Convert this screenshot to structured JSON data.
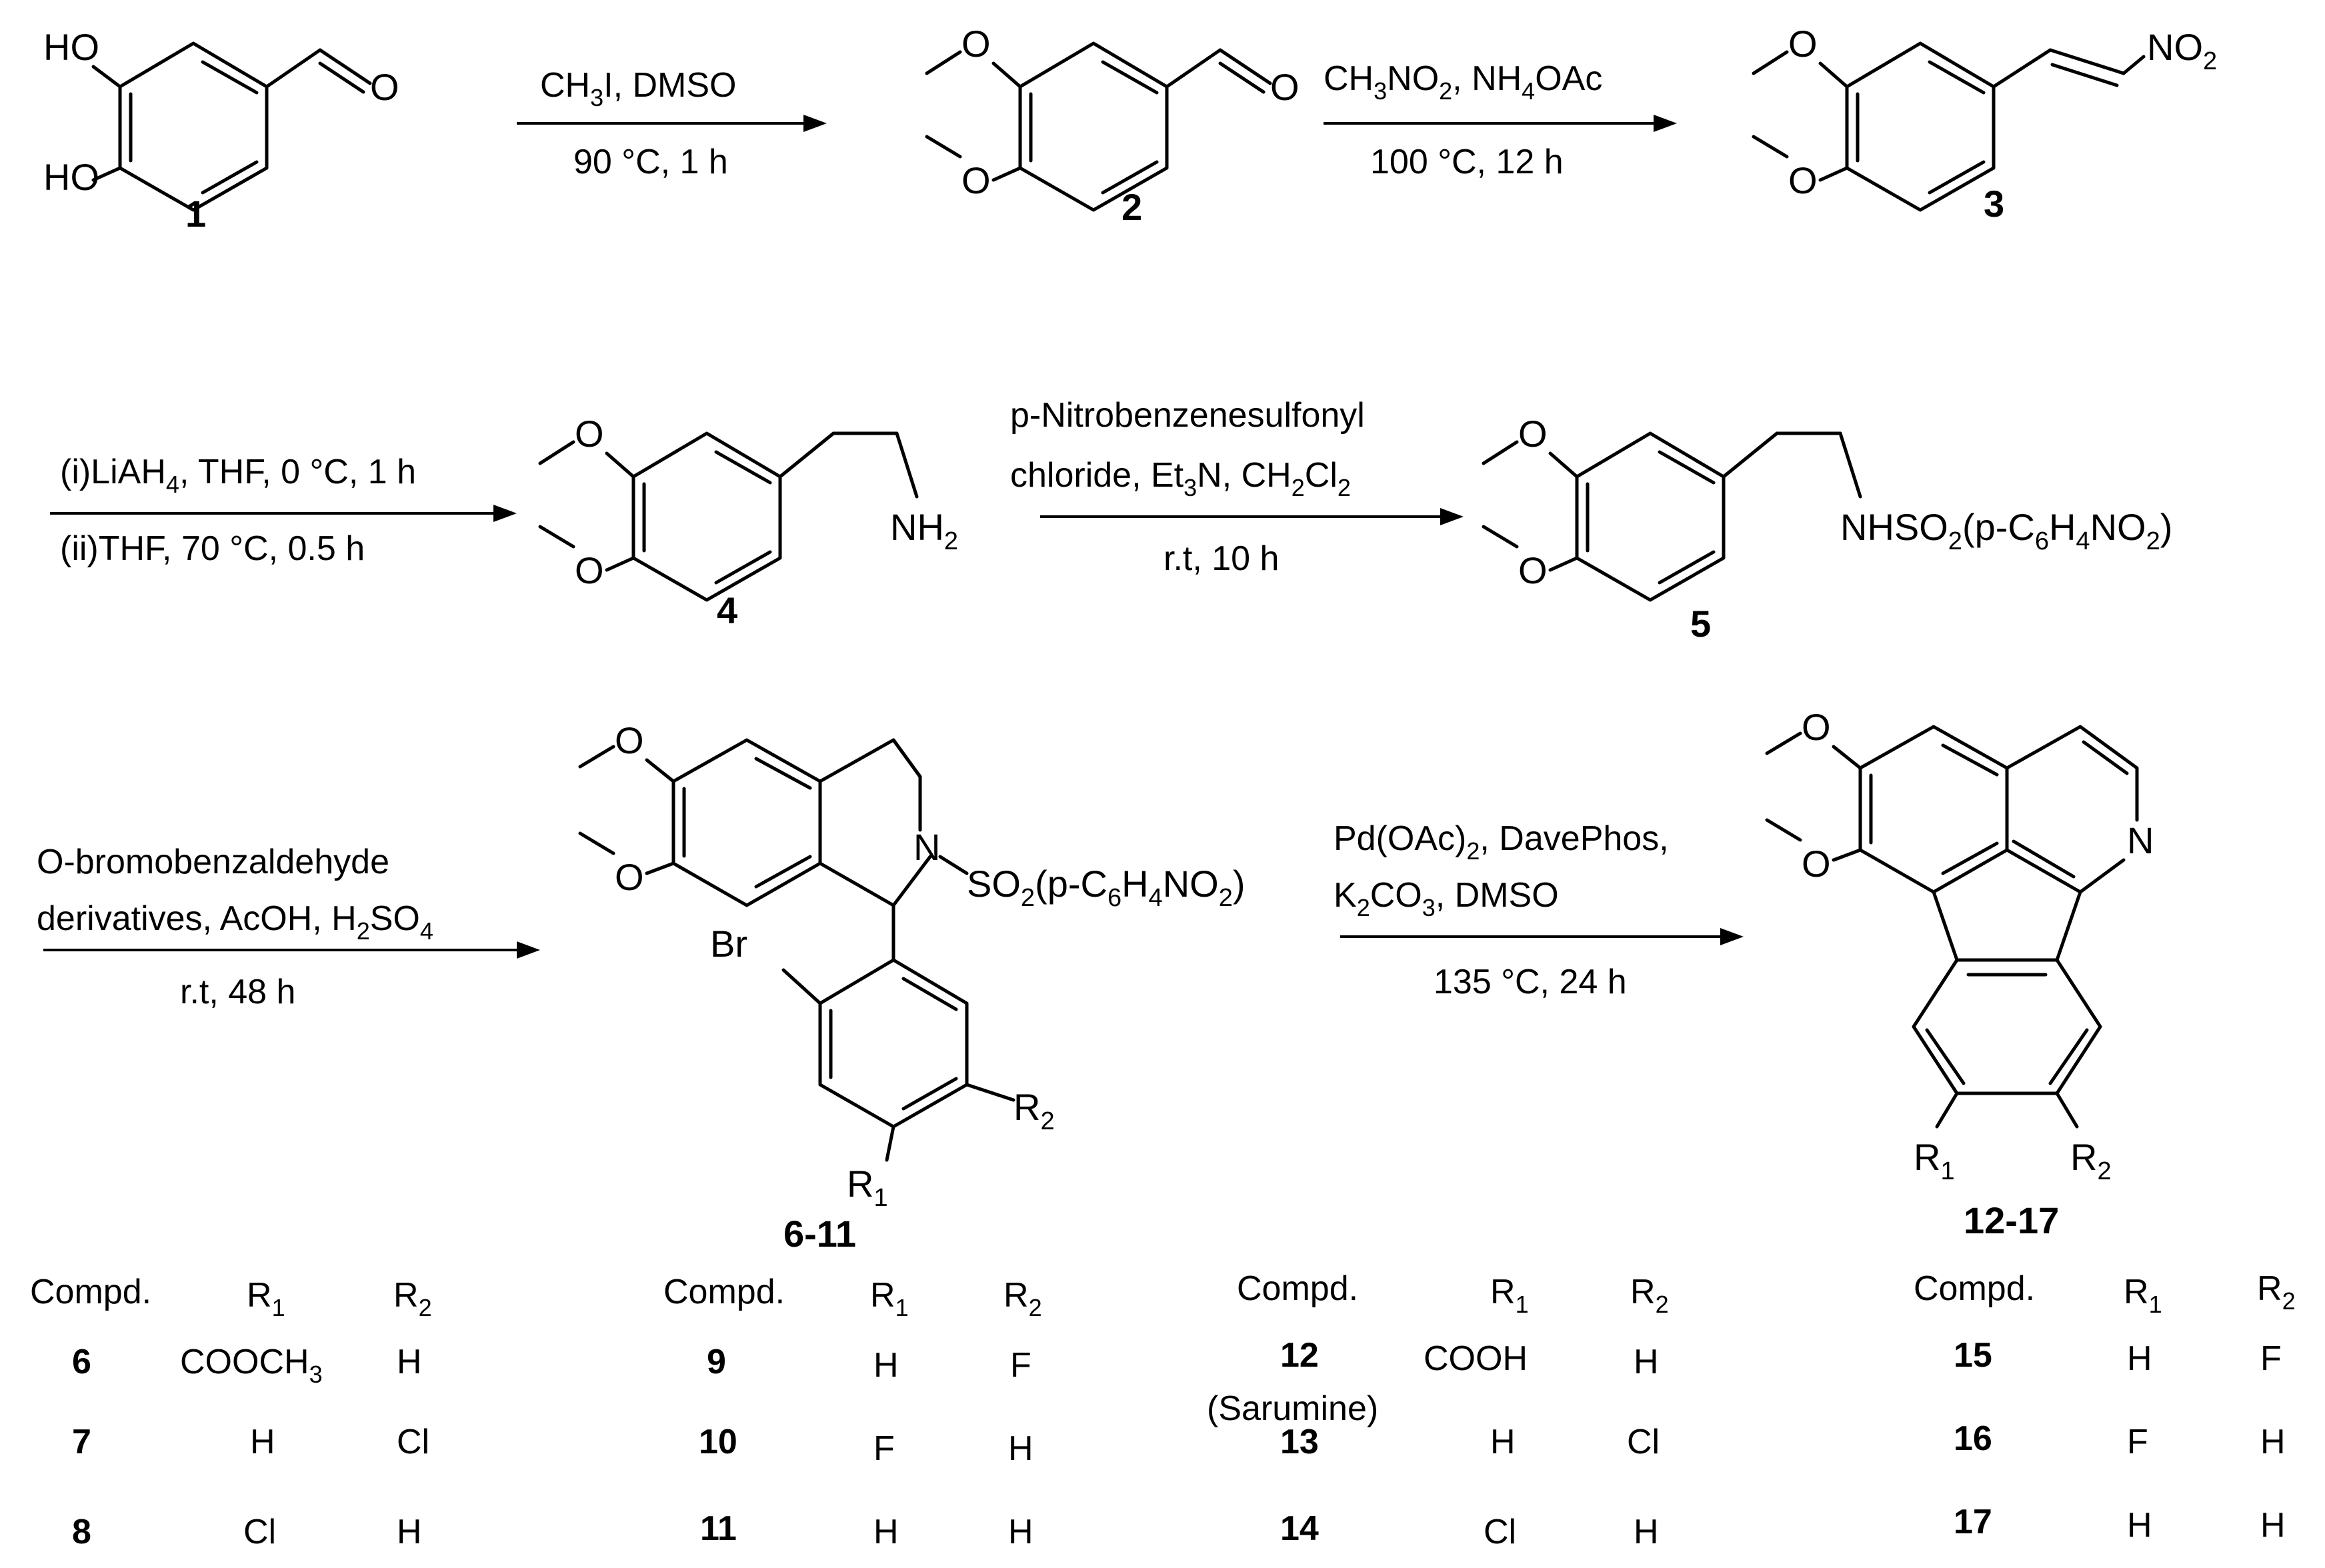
{
  "compounds": {
    "c1": "1",
    "c2": "2",
    "c3": "3",
    "c4": "4",
    "c5": "5",
    "c6_11": "6-11",
    "c12_17": "12-17"
  },
  "substituents": {
    "HO": "HO",
    "O": "O",
    "NO2": "NO",
    "NO2_sub": "2",
    "NH": "NH",
    "NH_sub": "2",
    "NHSO": "NHSO",
    "sub2": "2",
    "pC": "(p-C",
    "sub6": "6",
    "H": "H",
    "sub4": "4",
    "NOpart": "NO",
    "close": ")",
    "N": "N",
    "SO": "SO",
    "Br": "Br",
    "R": "R",
    "sub1": "1"
  },
  "steps": {
    "s1": {
      "line1_a": "CH",
      "line1_sub": "3",
      "line1_b": "I, DMSO",
      "line2": "90 °C, 1 h"
    },
    "s2": {
      "line1_a": "CH",
      "line1_sub1": "3",
      "line1_b": "NO",
      "line1_sub2": "2",
      "line1_c": ", NH",
      "line1_sub3": "4",
      "line1_d": "OAc",
      "line2": "100 °C, 12 h"
    },
    "s3": {
      "line1_a": "(i)LiAH",
      "line1_sub": "4",
      "line1_b": ", THF,  0 °C, 1 h",
      "line2": "(ii)THF,  70 °C, 0.5 h"
    },
    "s4": {
      "line1": "p-Nitrobenzenesulfonyl",
      "line2_a": "chloride, Et",
      "line2_sub1": "3",
      "line2_b": "N, CH",
      "line2_sub2": "2",
      "line2_c": "Cl",
      "line2_sub3": "2",
      "line3": "r.t,  10 h"
    },
    "s5": {
      "line1": "O-bromobenzaldehyde",
      "line2_a": "derivatives, AcOH, H",
      "line2_sub1": "2",
      "line2_b": "SO",
      "line2_sub2": "4",
      "line3": "r.t,  48 h"
    },
    "s6": {
      "line1_a": "Pd(OAc)",
      "line1_sub": "2",
      "line1_b": ", DavePhos,",
      "line2_a": "K",
      "line2_sub1": "2",
      "line2_b": "CO",
      "line2_sub2": "3",
      "line2_c": ", DMSO",
      "line3": "135 °C, 24 h"
    }
  },
  "table": {
    "header": {
      "compd": "Compd.",
      "R": "R",
      "sub1": "1",
      "sub2": "2"
    },
    "groups": [
      {
        "rows": [
          {
            "compd": "6",
            "r1_a": "COOCH",
            "r1_sub": "3",
            "r2": "H"
          },
          {
            "compd": "7",
            "r1_a": "H",
            "r1_sub": "",
            "r2": "Cl"
          },
          {
            "compd": "8",
            "r1_a": "Cl",
            "r1_sub": "",
            "r2": "H"
          }
        ]
      },
      {
        "rows": [
          {
            "compd": "9",
            "r1": "H",
            "r2": "F"
          },
          {
            "compd": "10",
            "r1": "F",
            "r2": "H"
          },
          {
            "compd": "11",
            "r1": "H",
            "r2": "H"
          }
        ]
      },
      {
        "rows": [
          {
            "compd": "12",
            "note": "(Sarumine)",
            "r1": "COOH",
            "r2": "H"
          },
          {
            "compd": "13",
            "r1": "H",
            "r2": "Cl"
          },
          {
            "compd": "14",
            "r1": "Cl",
            "r2": "H"
          }
        ]
      },
      {
        "rows": [
          {
            "compd": "15",
            "r1": "H",
            "r2": "F"
          },
          {
            "compd": "16",
            "r1": "F",
            "r2": "H"
          },
          {
            "compd": "17",
            "r1": "H",
            "r2": "H"
          }
        ]
      }
    ]
  }
}
